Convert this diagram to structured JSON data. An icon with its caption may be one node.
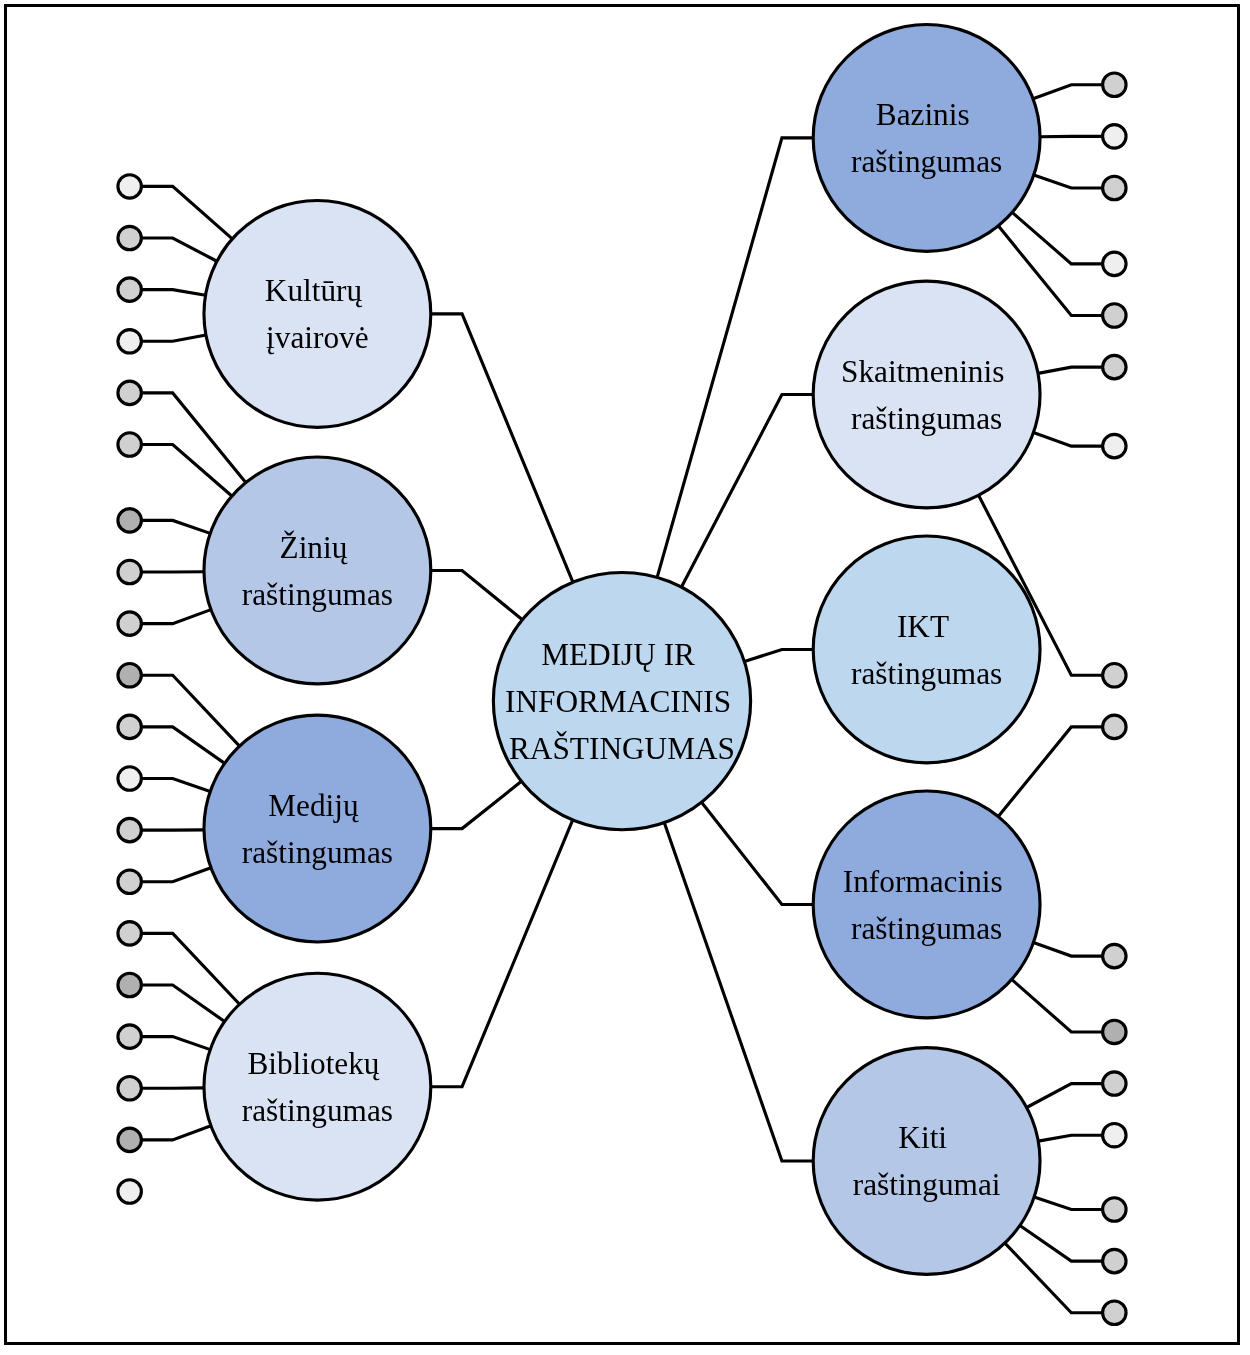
{
  "diagram": {
    "nodes": [
      {
        "text": [
          "MEDIJŲ IR INFORMACINIS RAŠTINGUMAS"
        ]
      },
      {
        "text": [
          "Kultūrų įvairovė"
        ]
      },
      {
        "text": [],
        "shape": "circle"
      },
      {
        "text": [],
        "shape": "circle"
      },
      {
        "text": [],
        "shape": "circle"
      },
      {
        "text": [],
        "shape": "circle"
      },
      {
        "text": [
          "Žinių raštingumas"
        ]
      },
      {
        "text": [],
        "shape": "circle"
      },
      {
        "text": [],
        "shape": "circle"
      },
      {
        "text": [],
        "shape": "circle"
      },
      {
        "text": [],
        "shape": "circle"
      },
      {
        "text": [],
        "shape": "circle"
      },
      {
        "text": [
          "Medijų raštingumas"
        ]
      },
      {
        "text": [],
        "shape": "circle"
      },
      {
        "text": [],
        "shape": "circle"
      },
      {
        "text": [],
        "shape": "circle"
      },
      {
        "text": [],
        "shape": "circle"
      },
      {
        "text": [],
        "shape": "circle"
      },
      {
        "text": [
          "Bibliotekų raštingumas"
        ]
      },
      {
        "text": [],
        "shape": "circle"
      },
      {
        "text": [],
        "shape": "circle"
      },
      {
        "text": [],
        "shape": "circle"
      },
      {
        "text": [],
        "shape": "circle"
      },
      {
        "text": [],
        "shape": "circle"
      },
      {
        "text": [
          "Bazinis raštingumas"
        ]
      },
      {
        "text": [],
        "shape": "circle"
      },
      {
        "text": [],
        "shape": "circle"
      },
      {
        "text": [],
        "shape": "circle"
      },
      {
        "text": [],
        "shape": "circle"
      },
      {
        "text": [],
        "shape": "circle"
      },
      {
        "text": [
          "Skaitmeninis raštingumas"
        ]
      },
      {
        "text": [],
        "shape": "circle"
      },
      {
        "text": [],
        "shape": "circle"
      },
      {
        "text": [],
        "shape": "circle"
      },
      {
        "text": [
          "IKT raštingumas"
        ]
      },
      {
        "text": [],
        "shape": "circle"
      },
      {
        "text": [
          "Informacinis raštingumas"
        ]
      },
      {
        "text": [],
        "shape": "circle"
      },
      {
        "text": [],
        "shape": "circle"
      },
      {
        "text": [],
        "shape": "circle"
      },
      {
        "text": [
          "Kiti raštingumai"
        ]
      },
      {
        "text": [],
        "shape": "circle"
      },
      {
        "text": [],
        "shape": "circle"
      },
      {
        "text": [],
        "shape": "circle"
      },
      {
        "text": [],
        "shape": "circle"
      },
      {
        "text": [],
        "shape": "circle"
      }
    ],
    "edges": [
      {
        "from": 1,
        "to": 0,
        "arrow": "none"
      },
      {
        "from": 2,
        "to": 1,
        "arrow": "none"
      },
      {
        "from": 3,
        "to": 1,
        "arrow": "none"
      },
      {
        "from": 4,
        "to": 1,
        "arrow": "none"
      },
      {
        "from": 5,
        "to": 1,
        "arrow": "none"
      },
      {
        "from": 6,
        "to": 0,
        "arrow": "none"
      },
      {
        "from": 7,
        "to": 6,
        "arrow": "none"
      },
      {
        "from": 8,
        "to": 6,
        "arrow": "none"
      },
      {
        "from": 9,
        "to": 6,
        "arrow": "none"
      },
      {
        "from": 10,
        "to": 6,
        "arrow": "none"
      },
      {
        "from": 11,
        "to": 6,
        "arrow": "none"
      },
      {
        "from": 12,
        "to": 0,
        "arrow": "none"
      },
      {
        "from": 13,
        "to": 12,
        "arrow": "none"
      },
      {
        "from": 14,
        "to": 12,
        "arrow": "none"
      },
      {
        "from": 15,
        "to": 12,
        "arrow": "none"
      },
      {
        "from": 16,
        "to": 12,
        "arrow": "none"
      },
      {
        "from": 17,
        "to": 12,
        "arrow": "none"
      },
      {
        "from": 18,
        "to": 0,
        "arrow": "none"
      },
      {
        "from": 19,
        "to": 18,
        "arrow": "none"
      },
      {
        "from": 20,
        "to": 18,
        "arrow": "none"
      },
      {
        "from": 21,
        "to": 18,
        "arrow": "none"
      },
      {
        "from": 22,
        "to": 18,
        "arrow": "none"
      },
      {
        "from": 23,
        "to": 18,
        "arrow": "none"
      },
      {
        "from": 0,
        "to": 24,
        "arrow": "none"
      },
      {
        "from": 24,
        "to": 25,
        "arrow": "none"
      },
      {
        "from": 24,
        "to": 26,
        "arrow": "none"
      },
      {
        "from": 24,
        "to": 27,
        "arrow": "none"
      },
      {
        "from": 24,
        "to": 28,
        "arrow": "none"
      },
      {
        "from": 24,
        "to": 29,
        "arrow": "none"
      },
      {
        "from": 0,
        "to": 30,
        "arrow": "none"
      },
      {
        "from": 30,
        "to": 31,
        "arrow": "none"
      },
      {
        "from": 30,
        "to": 32,
        "arrow": "none"
      },
      {
        "from": 30,
        "to": 33,
        "arrow": "none"
      },
      {
        "from": 0,
        "to": 34,
        "arrow": "none"
      },
      {
        "from": 0,
        "to": 36,
        "arrow": "none"
      },
      {
        "from": 36,
        "to": 37,
        "arrow": "none"
      },
      {
        "from": 36,
        "to": 38,
        "arrow": "none"
      },
      {
        "from": 36,
        "to": 39,
        "arrow": "none"
      },
      {
        "from": 0,
        "to": 40,
        "arrow": "none"
      },
      {
        "from": 40,
        "to": 41,
        "arrow": "none"
      },
      {
        "from": 40,
        "to": 42,
        "arrow": "none"
      },
      {
        "from": 40,
        "to": 43,
        "arrow": "none"
      },
      {
        "from": 40,
        "to": 44,
        "arrow": "none"
      },
      {
        "from": 40,
        "to": 45,
        "arrow": "none"
      }
    ]
  }
}
